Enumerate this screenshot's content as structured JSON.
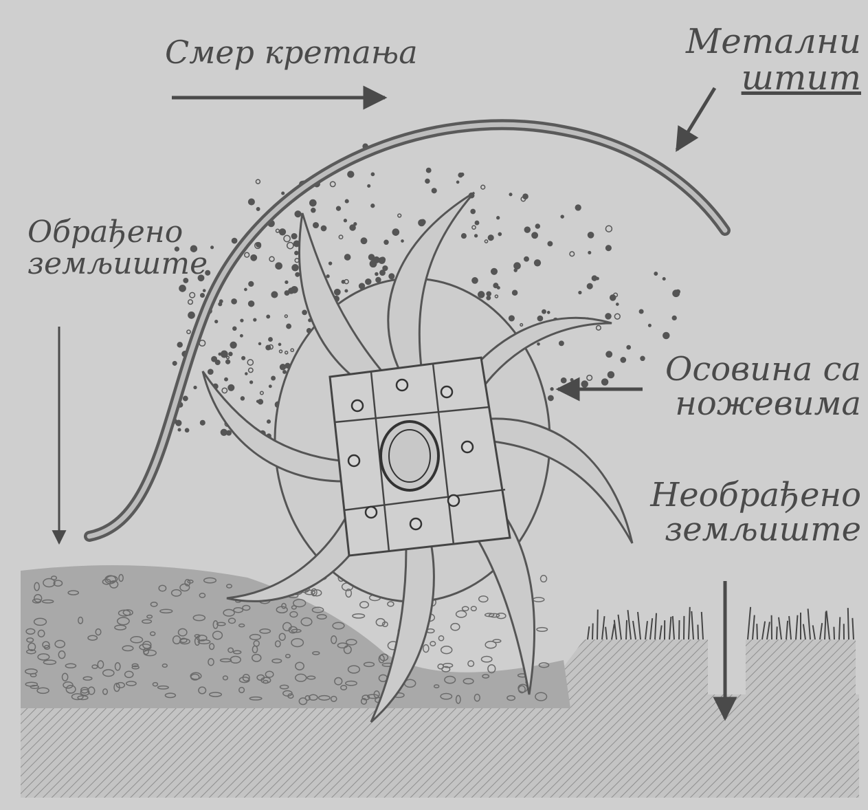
{
  "labels": {
    "direction": "Смер кретања",
    "shield_line1": "Метални",
    "shield_line2": "штит",
    "treated_line1": "Обрађено",
    "treated_line2": "земљиште",
    "axle_line1": "Осовина са",
    "axle_line2": "ножевима",
    "untreated_line1": "Необрађено",
    "untreated_line2": "земљиште"
  },
  "colors": {
    "background": "#cfcfcf",
    "ink": "#4a4a4a",
    "soil": "#a8a8a8"
  }
}
